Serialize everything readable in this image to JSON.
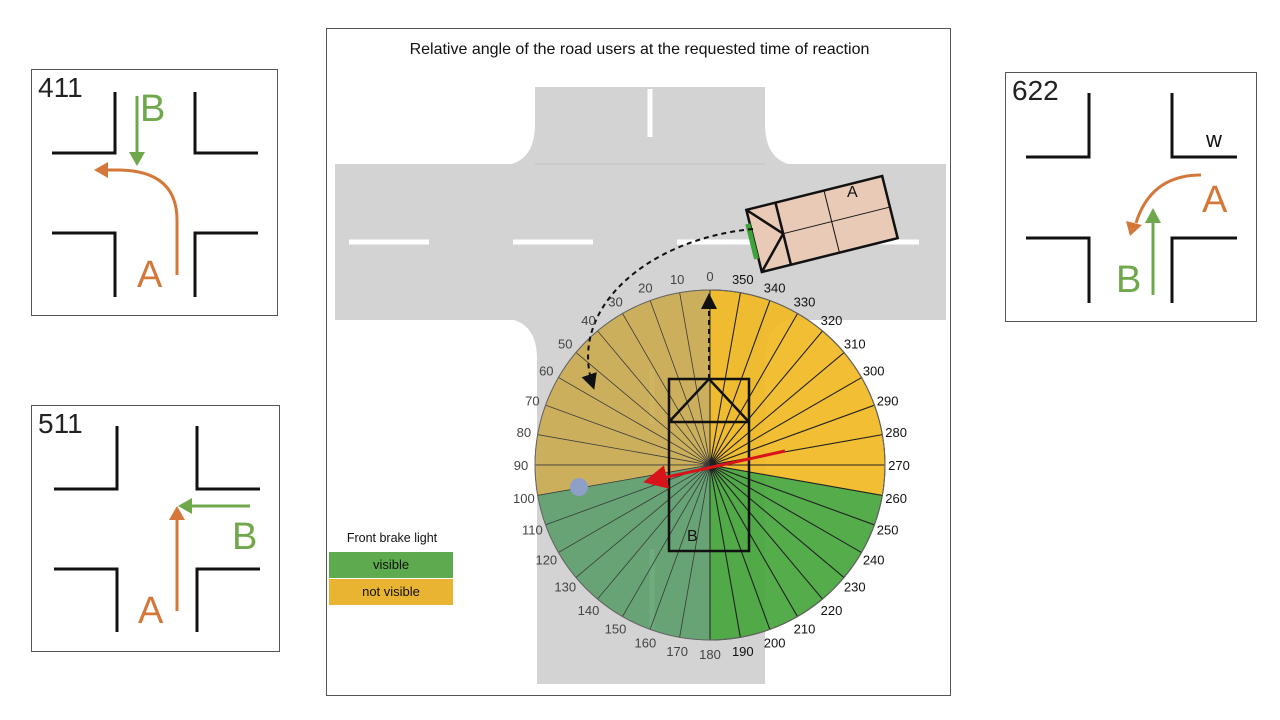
{
  "scenarios": [
    {
      "code": "411",
      "label_a": "A",
      "label_b": "B"
    },
    {
      "code": "511",
      "label_a": "A",
      "label_b": "B"
    },
    {
      "code": "622",
      "label_a": "A",
      "label_b": "B",
      "label_w": "w"
    }
  ],
  "main": {
    "title": "Relative angle of the road users at the requested time of reaction",
    "vehicle_a_label": "A",
    "vehicle_b_label": "B",
    "angle_labels": [
      0,
      10,
      20,
      30,
      40,
      50,
      60,
      70,
      80,
      90,
      100,
      110,
      120,
      130,
      140,
      150,
      160,
      170,
      180,
      190,
      200,
      210,
      220,
      230,
      240,
      250,
      260,
      270,
      280,
      290,
      300,
      310,
      320,
      330,
      340,
      350
    ],
    "not_visible_ranges_deg": [
      [
        260,
        360
      ],
      [
        0,
        100
      ]
    ],
    "visible_range_deg": [
      100,
      260
    ],
    "legend": {
      "title": "Front brake light",
      "visible_label": "visible",
      "not_visible_label": "not visible"
    }
  },
  "colors": {
    "orange": "#D4783A",
    "green": "#6FA84B",
    "road": "#D3D3D3",
    "legend_visible": "#5DAA4F",
    "legend_not_visible": "#E9B431",
    "red_arrow": "#D9131A"
  }
}
